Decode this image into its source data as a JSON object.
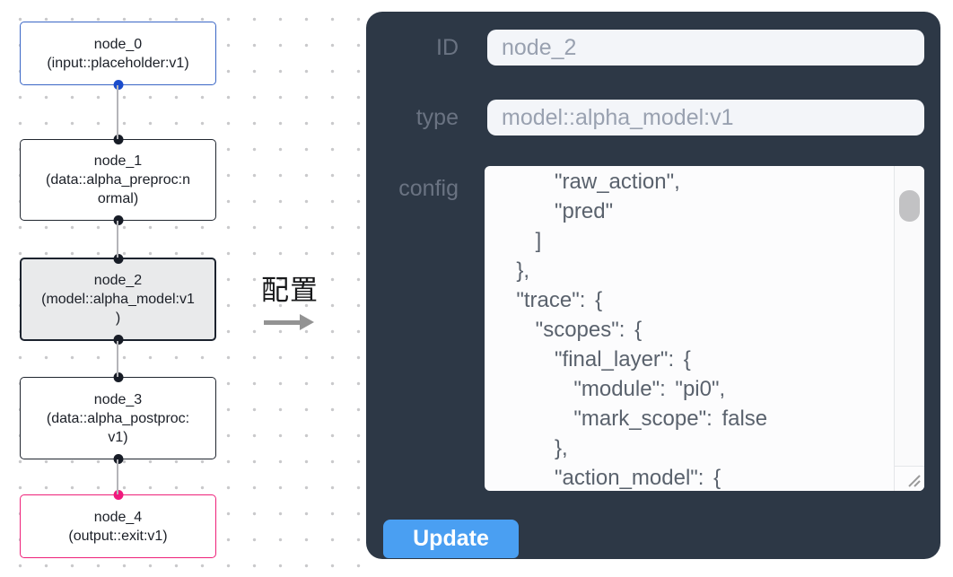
{
  "canvas": {
    "nodes": [
      {
        "id": "node_0",
        "variant": "input",
        "lines": [
          "node_0",
          "(input::placeholder:v1)"
        ]
      },
      {
        "id": "node_1",
        "variant": "default",
        "lines": [
          "node_1",
          "(data::alpha_preproc:n",
          "ormal)"
        ]
      },
      {
        "id": "node_2",
        "variant": "selected",
        "lines": [
          "node_2",
          "(model::alpha_model:v1",
          ")"
        ]
      },
      {
        "id": "node_3",
        "variant": "default",
        "lines": [
          "node_3",
          "(data::alpha_postproc:",
          "v1)"
        ]
      },
      {
        "id": "node_4",
        "variant": "output",
        "lines": [
          "node_4",
          "(output::exit:v1)"
        ]
      }
    ],
    "transfer_label": "配置"
  },
  "panel": {
    "id_field": {
      "label": "ID",
      "value": "node_2"
    },
    "type_field": {
      "label": "type",
      "value": "model::alpha_model:v1"
    },
    "config_field": {
      "label": "config",
      "visible_lines": [
        "      \"raw_action\",",
        "      \"pred\"",
        "    ]",
        "  },",
        "  \"trace\": {",
        "    \"scopes\": {",
        "      \"final_layer\": {",
        "        \"module\": \"pi0\",",
        "        \"mark_scope\": false",
        "      },",
        "      \"action_model\": {"
      ]
    },
    "update_label": "Update"
  },
  "colors": {
    "panel_bg": "#2d3846",
    "button_blue": "#4a9ff2",
    "input_node_blue": "#3a66c6",
    "input_handle_blue": "#1a4ccc",
    "output_node_pink": "#ee2079",
    "output_handle_pink": "#f0197d",
    "node_border_dark": "#20262f",
    "selected_node_bg": "#e9eaeb",
    "edge_grey": "#b5b5b9",
    "field_bg": "#f3f5f9",
    "field_text": "#99a1b0",
    "label_text": "#6a7382",
    "config_text": "#5a626d"
  }
}
